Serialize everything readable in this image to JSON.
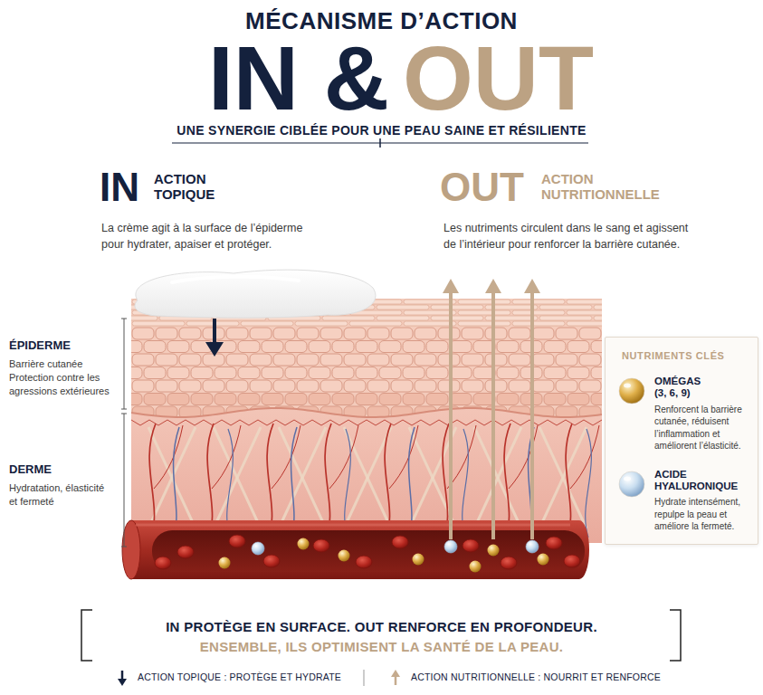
{
  "diagram": {
    "title": "MÉCANISME D’ACTION",
    "nodes": [
      {
        "text": [
          "NUTRIMENTS CLÉS"
        ]
      },
      {
        "text": [
          "OMÉGAS (3, 6, 9)",
          "Renforcent la barrière cutanée, réduisent l’inflammation et améliorent l’élasticité."
        ],
        "in": 0
      },
      {
        "text": [
          "ACIDE HYALURONIQUE",
          "Hydrate intensément, repulpe la peau et améliore la fermeté."
        ],
        "in": 0
      }
    ],
    "labels": [
      "IN &",
      "OUT",
      "UNE SYNERGIE CIBLÉE POUR UNE PEAU SAINE ET RÉSILIENTE",
      "IN",
      "ACTION TOPIQUE",
      "La crème agit à la surface de l’épiderme pour hydrater, apaiser et protéger.",
      "OUT",
      "ACTION NUTRITIONNELLE",
      "Les nutriments circulent dans le sang et agissent de l’intérieur pour renforcer la barrière cutanée.",
      "ÉPIDERME",
      "Barrière cutanée Protection contre les agressions extérieures",
      "DERME",
      "Hydratation, élasticité et fermeté",
      "IN PROTÈGE EN SURFACE. OUT RENFORCE EN PROFONDEUR.",
      "ENSEMBLE, ILS OPTIMISENT LA SANTÉ DE LA PEAU."
    ],
    "legend": [
      {
        "text": "ACTION TOPIQUE : PROTÈGE ET HYDRATE"
      },
      {
        "text": "ACTION NUTRITIONNELLE : NOURRIT ET RENFORCE"
      }
    ]
  }
}
